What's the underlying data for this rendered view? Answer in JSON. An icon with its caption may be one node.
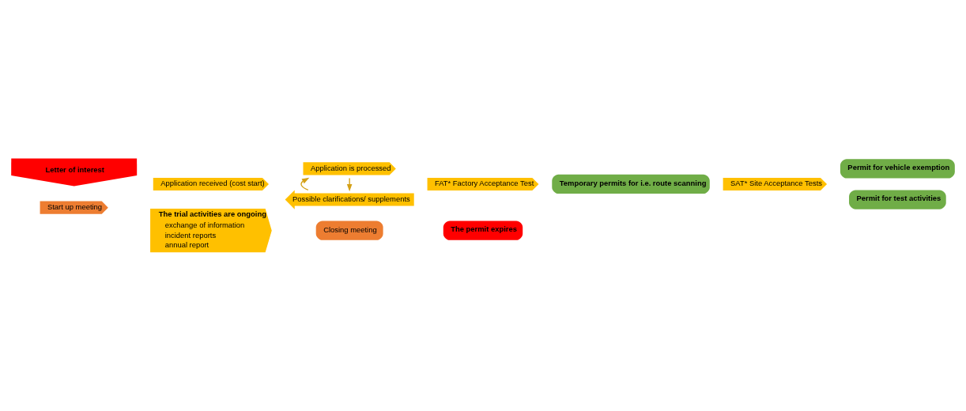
{
  "diagram": {
    "nodes": [
      {
        "text": [
          "Letter of interest"
        ]
      },
      {
        "text": [
          "Start up meeting"
        ]
      },
      {
        "text": [
          "Application received (cost start)"
        ]
      },
      {
        "text": [
          "Application is processed"
        ]
      },
      {
        "text": [
          "Possible clarifications/ supplements"
        ]
      },
      {
        "text": [
          "FAT* Factory Acceptance Test"
        ]
      },
      {
        "text": [
          "Temporary permits for i.e. route scanning"
        ]
      },
      {
        "text": [
          "SAT* Site Acceptance Tests"
        ]
      },
      {
        "text": [
          "Permit for vehicle exemption"
        ]
      },
      {
        "text": [
          "Permit for test activities"
        ]
      },
      {
        "text": [
          "The trial activities are ongoing",
          "exchange of information",
          "incident reports",
          "annual report"
        ]
      },
      {
        "text": [
          "Closing meeting"
        ]
      },
      {
        "text": [
          "The permit expires"
        ]
      }
    ],
    "edges": [
      {
        "from": 3,
        "to": 4,
        "arrow": "to"
      },
      {
        "from": 4,
        "to": 3,
        "arrow": "to"
      }
    ]
  }
}
